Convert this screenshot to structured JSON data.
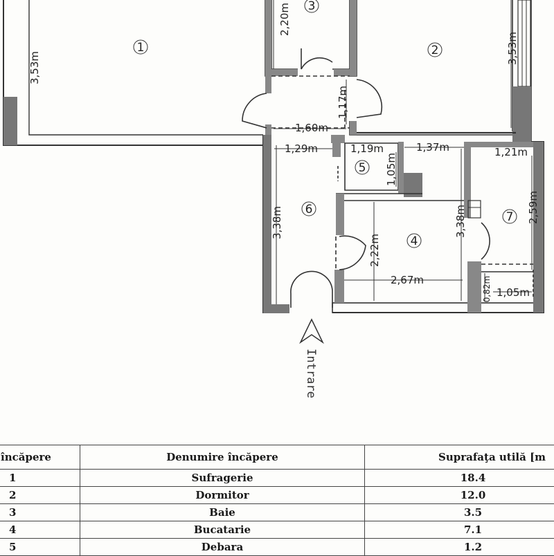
{
  "plan": {
    "rooms": [
      {
        "id": "1",
        "label": "1"
      },
      {
        "id": "2",
        "label": "2"
      },
      {
        "id": "3",
        "label": "3"
      },
      {
        "id": "4",
        "label": "4"
      },
      {
        "id": "5",
        "label": "5"
      },
      {
        "id": "6",
        "label": "6"
      },
      {
        "id": "7",
        "label": "7"
      }
    ],
    "dimensions": {
      "room1_height": "3,53m",
      "room2_height": "3,53m",
      "room3_height": "2,20m",
      "hall_height": "1,17m",
      "hall_width": "1,60m",
      "room6_width": "1,29m",
      "room5_width": "1,19m",
      "room5_height": "1,05m",
      "room4_top_width": "1,37m",
      "room7_width": "1,21m",
      "room7_height": "2,59m",
      "room6_height": "3,38m",
      "room4_right_height": "3,38m",
      "room4_left_height": "2,22m",
      "room4_width": "2,67m",
      "small_height": "0,82m",
      "small_width": "1,05m"
    },
    "entry_label": "Intrare"
  },
  "table": {
    "headers": [
      "încăpere",
      "Denumire  încăpere",
      "Suprafaţa utilă  [m"
    ],
    "rows": [
      {
        "nr": "1",
        "name": "Sufragerie",
        "area": "18.4"
      },
      {
        "nr": "2",
        "name": "Dormitor",
        "area": "12.0"
      },
      {
        "nr": "3",
        "name": "Baie",
        "area": "3.5"
      },
      {
        "nr": "4",
        "name": "Bucatarie",
        "area": "7.1"
      },
      {
        "nr": "5",
        "name": "Debara",
        "area": "1.2"
      }
    ]
  }
}
